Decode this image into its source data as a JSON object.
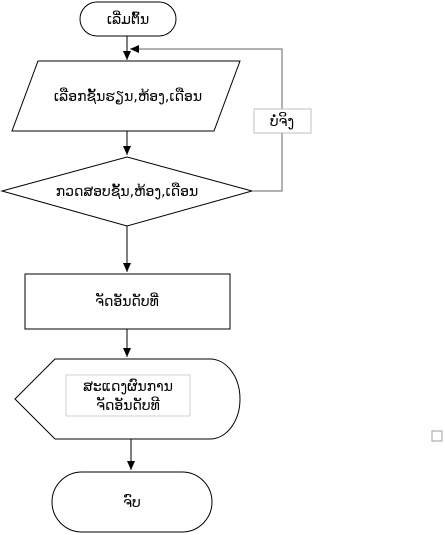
{
  "flowchart": {
    "start_label": "ເລີ່ມຕົ້ນ",
    "input_label": "ເລືອກຊັ້ນຮຽນ,ຫ້ອງ,ເດືອນ",
    "decision_label": "ກວດສອບຊັ້ນ,ຫ້ອງ,ເດືອນ",
    "loop_label": "ບໍ່ຈິງ",
    "process_label": "ຈັດອັນດັບທີ່",
    "display_label_line1": "ສະແດງຜົນການ",
    "display_label_line2": "ຈັດອັນດັບທີ",
    "end_label": "ຈົບ"
  },
  "colors": {
    "stroke": "#000000",
    "loop_stroke": "#666666",
    "label_box_stroke": "#bfbfbf",
    "fill": "#ffffff"
  }
}
